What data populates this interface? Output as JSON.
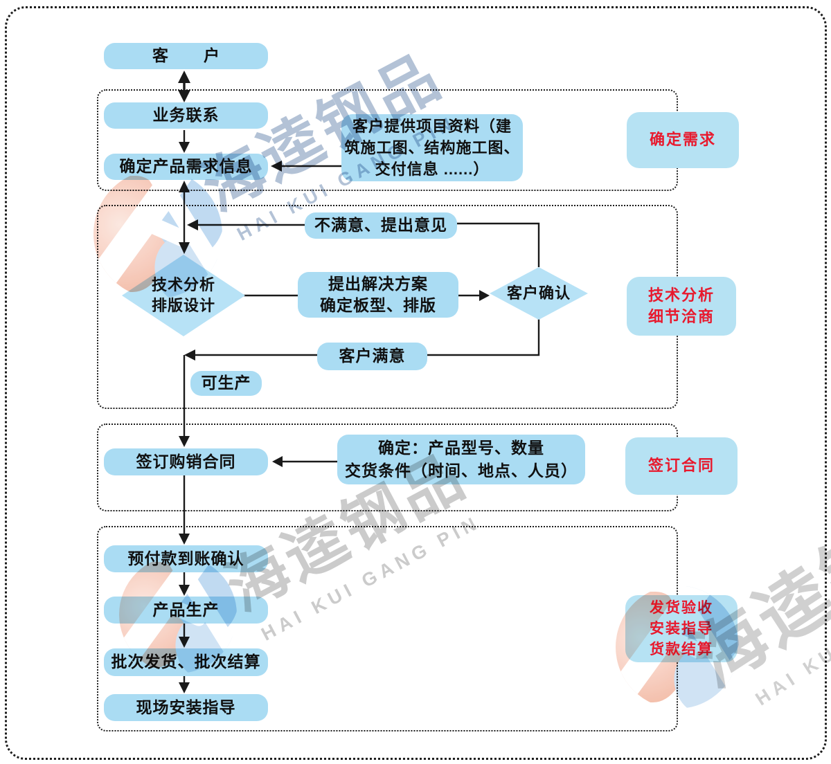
{
  "nodes": {
    "customer": "客　户",
    "contact": "业务联系",
    "requirement": "确定产品需求信息",
    "project_info": {
      "l1": "客户提供项目资料（建",
      "l2": "筑施工图、结构施工图、",
      "l3": "交付信息 ......）"
    },
    "dissatisfied": "不满意、提出意见",
    "tech_diamond": {
      "l1": "技术分析",
      "l2": "排版设计"
    },
    "solution": {
      "l1": "提出解决方案",
      "l2": "确定板型、排版"
    },
    "confirm_diamond": "客户确认",
    "satisfied": "客户满意",
    "can_produce": "可生产",
    "sign_contract": "签订购销合同",
    "contract_terms": {
      "l1": "确定：产品型号、数量",
      "l2": "交货条件（时间、地点、人员）"
    },
    "prepayment": "预付款到账确认",
    "production": "产品生产",
    "batch": "批次发货、批次结算",
    "install": "现场安装指导"
  },
  "stages": {
    "s1": "确定需求",
    "s2": {
      "l1": "技术分析",
      "l2": "细节洽商"
    },
    "s3": "签订合同",
    "s4": {
      "l1": "发货验收",
      "l2": "安装指导",
      "l3": "货款结算"
    }
  },
  "watermark": {
    "cn": "海逵钢品",
    "en": "HAI KUI GANG PIN"
  },
  "colors": {
    "node_fill": "#aadcf3",
    "stage_fill": "#b6e2f3",
    "stage_text": "#e8192d",
    "line": "#1a1a1a",
    "border_dots": "#1c1c1c"
  }
}
